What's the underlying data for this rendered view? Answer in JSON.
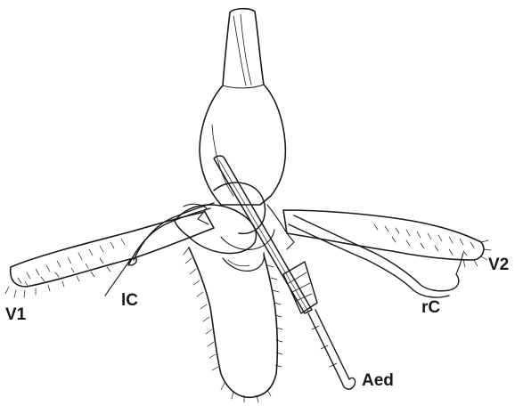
{
  "labels": {
    "v1": "V1",
    "lc": "lC",
    "v2": "V2",
    "rc": "rC",
    "aed": "Aed"
  },
  "colors": {
    "ink": "#1a1a1a",
    "background": "#ffffff"
  }
}
